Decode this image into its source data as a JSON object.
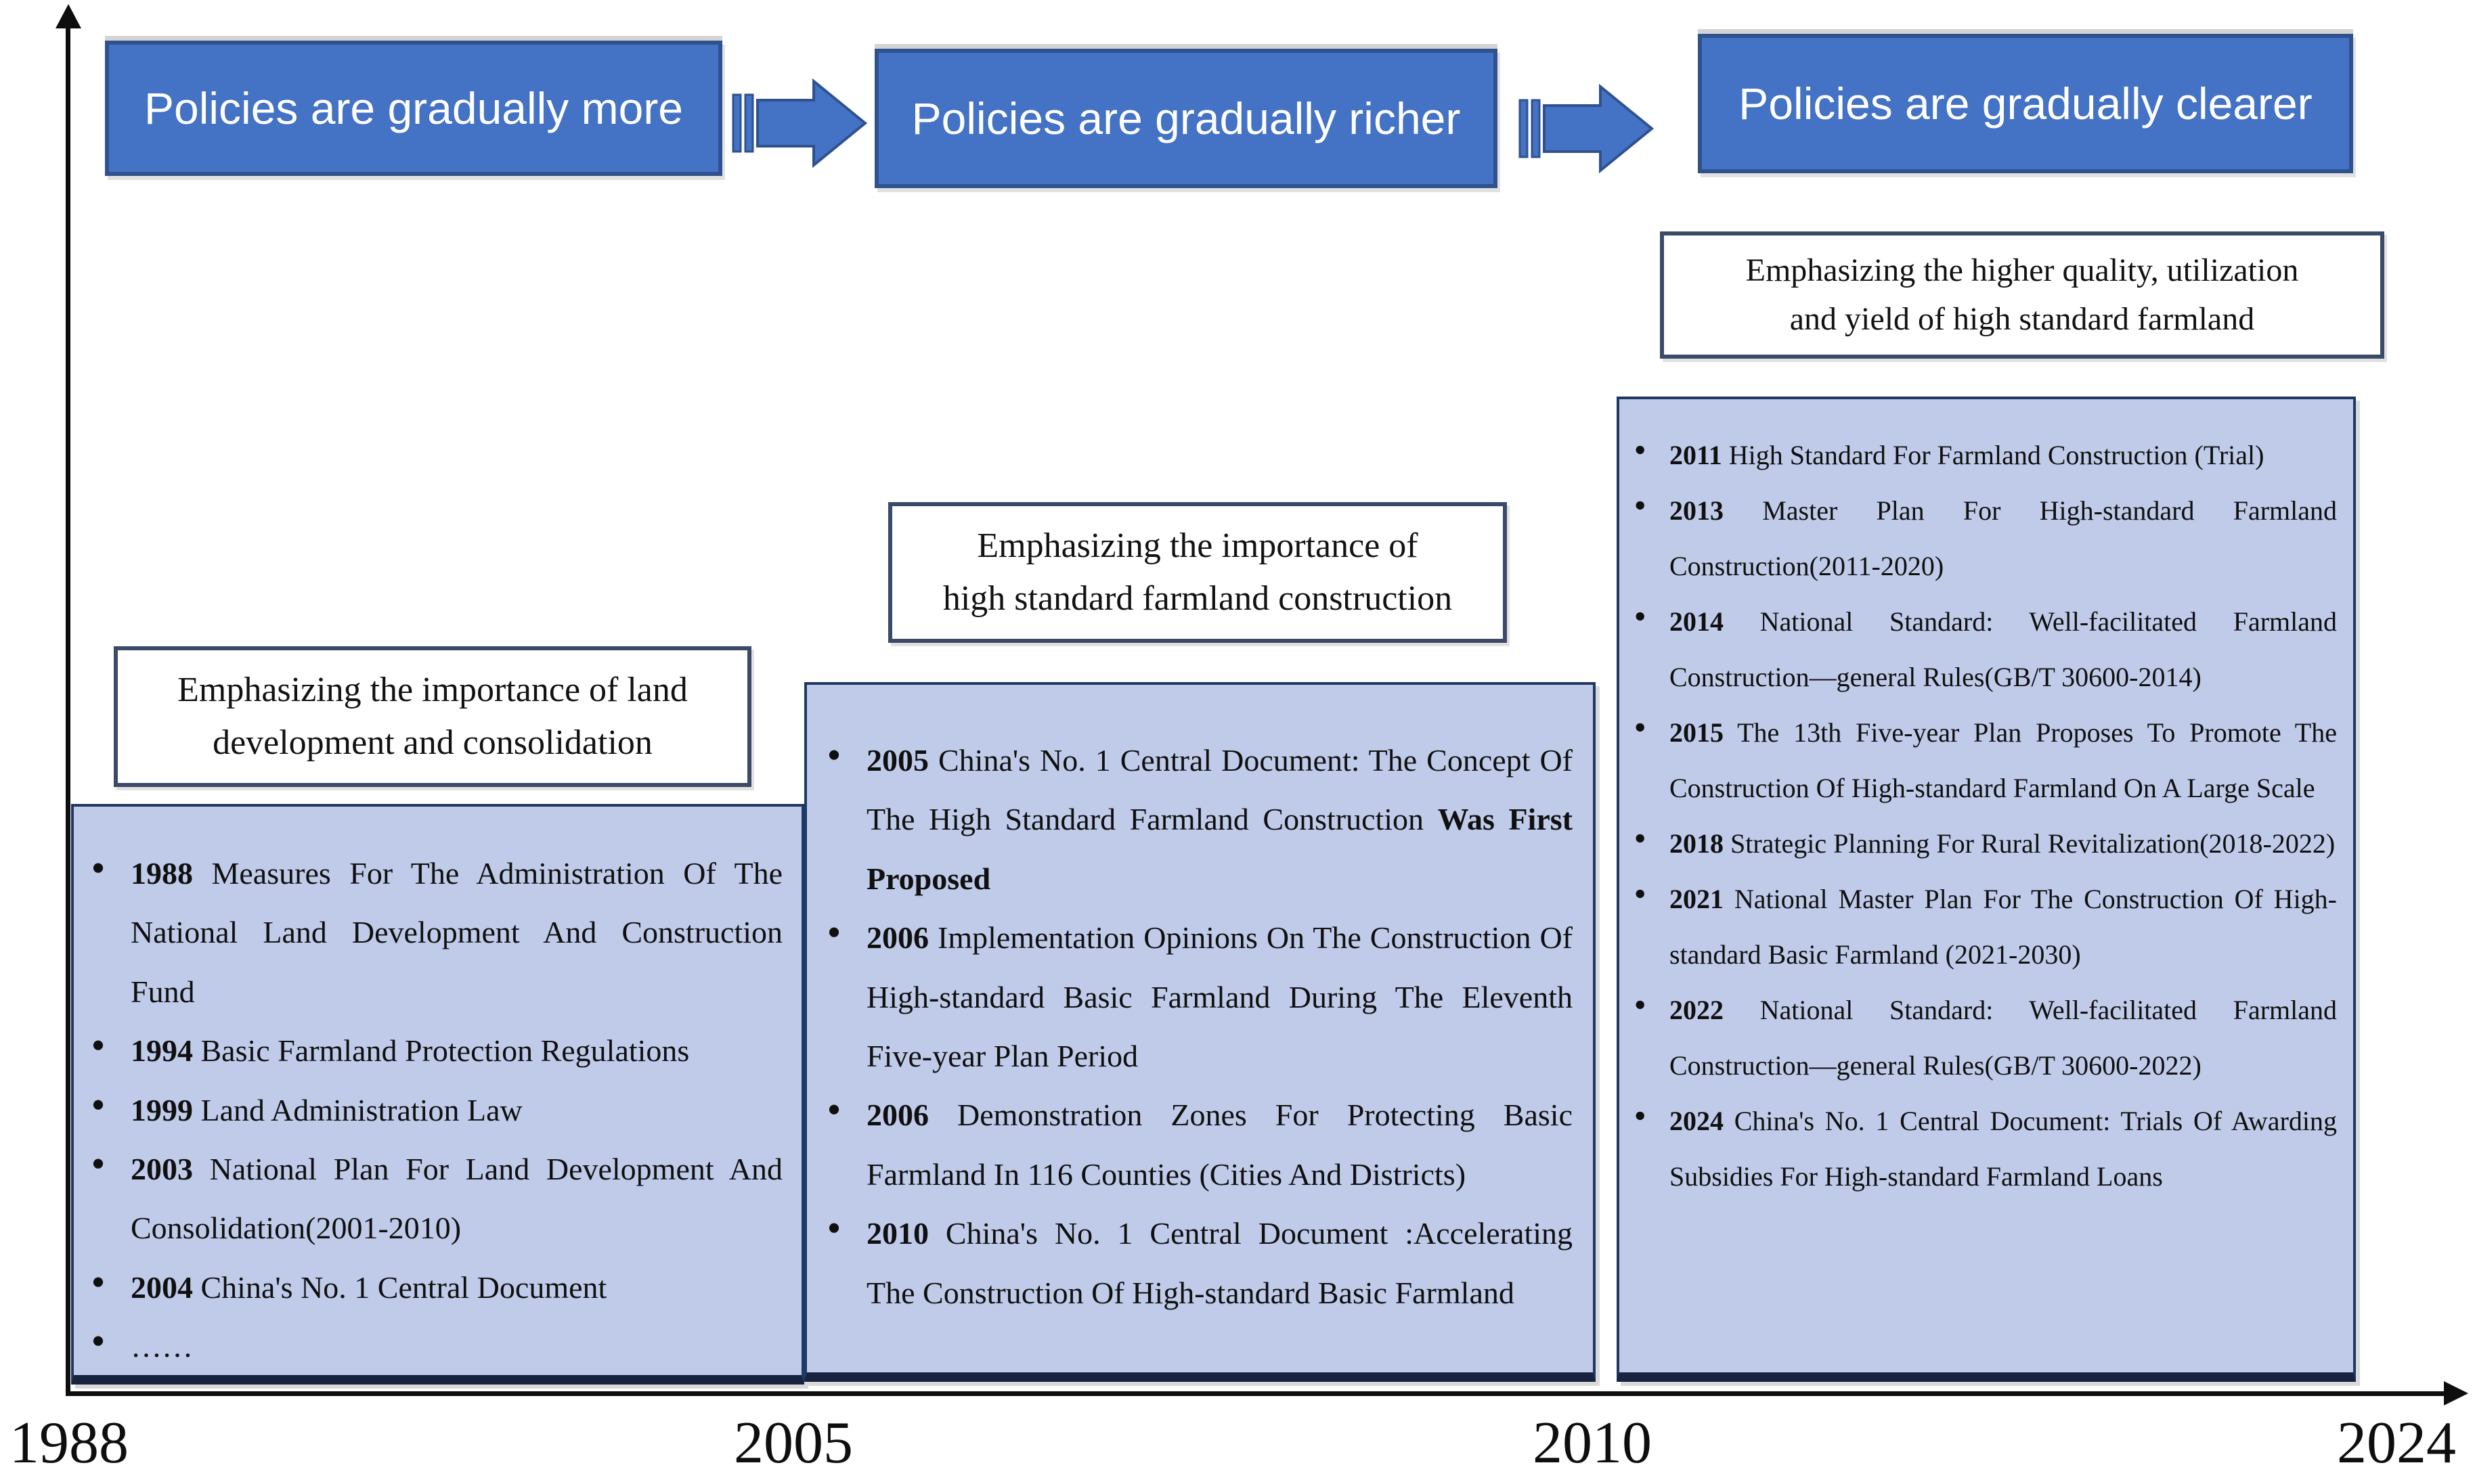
{
  "figure": {
    "description": "Timeline of China's high-standard farmland policies 1988-2024"
  },
  "colors": {
    "header_fill": "#4472C4",
    "header_border": "#2F528F",
    "panel_fill": "#BFCBE9",
    "panel_border": "#1F3864",
    "emphasis_border": "#3B4A68",
    "axis": "#0E0E0E"
  },
  "axis": {
    "x_labels": [
      "1988",
      "2005",
      "2010",
      "2024"
    ]
  },
  "phases": [
    {
      "header": "Policies are gradually more",
      "emphasis": "Emphasizing the importance of land\ndevelopment and consolidation",
      "items": [
        {
          "year": "1988",
          "text": "Measures For The Administration Of The National Land Development And Construction Fund"
        },
        {
          "year": "1994",
          "text": "Basic Farmland Protection Regulations"
        },
        {
          "year": "1999",
          "text": "Land Administration Law"
        },
        {
          "year": "2003",
          "text": "National Plan For Land Development And Consolidation(2001-2010)"
        },
        {
          "year": "2004",
          "text": "China's No. 1 Central Document"
        },
        {
          "year": "",
          "text": "……"
        }
      ]
    },
    {
      "header": "Policies are gradually richer",
      "emphasis": "Emphasizing the importance of\nhigh standard farmland construction",
      "items": [
        {
          "year": "2005",
          "text": "China's No. 1 Central Document: The Concept Of The High Standard Farmland Construction ",
          "bold": "Was First Proposed"
        },
        {
          "year": "2006",
          "text": "Implementation Opinions On The Construction Of High-standard Basic Farmland During The Eleventh Five-year Plan Period"
        },
        {
          "year": "2006",
          "text": "Demonstration Zones For Protecting Basic Farmland In 116 Counties (Cities And Districts)"
        },
        {
          "year": "2010",
          "text": "China's No. 1 Central Document :Accelerating The Construction Of High-standard Basic Farmland"
        }
      ]
    },
    {
      "header": "Policies are gradually clearer",
      "emphasis": "Emphasizing the higher quality, utilization\nand yield of high standard farmland",
      "items": [
        {
          "year": "2011",
          "text": "High Standard For Farmland Construction (Trial)"
        },
        {
          "year": "2013",
          "text": "Master Plan For High-standard Farmland Construction(2011-2020)"
        },
        {
          "year": "2014",
          "text": "National Standard: Well-facilitated Farmland Construction—general Rules(GB/T 30600-2014)"
        },
        {
          "year": "2015",
          "text": "The 13th Five-year Plan Proposes To Promote The Construction Of High-standard Farmland On A Large Scale"
        },
        {
          "year": "2018",
          "text": "Strategic Planning For Rural Revitalization(2018-2022)"
        },
        {
          "year": "2021",
          "text": "National Master Plan For The Construction Of High-standard Basic Farmland (2021-2030)"
        },
        {
          "year": "2022",
          "text": "National Standard: Well-facilitated Farmland Construction—general Rules(GB/T 30600-2022)"
        },
        {
          "year": "2024",
          "text": "China's No. 1 Central Document: Trials Of Awarding Subsidies For High-standard Farmland Loans"
        }
      ]
    }
  ]
}
